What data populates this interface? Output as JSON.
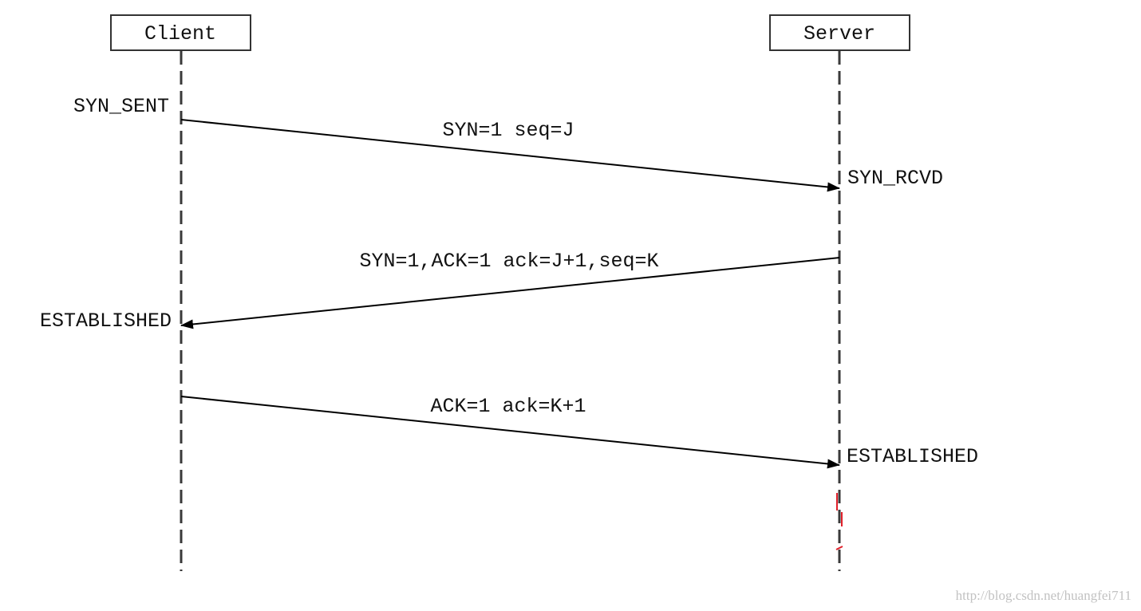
{
  "participants": {
    "client": "Client",
    "server": "Server"
  },
  "states": {
    "client_syn_sent": "SYN_SENT",
    "server_syn_rcvd": "SYN_RCVD",
    "client_established": "ESTABLISHED",
    "server_established": "ESTABLISHED"
  },
  "messages": [
    {
      "from": "client",
      "to": "server",
      "label": "SYN=1 seq=J"
    },
    {
      "from": "server",
      "to": "client",
      "label": "SYN=1,ACK=1 ack=J+1,seq=K"
    },
    {
      "from": "client",
      "to": "server",
      "label": "ACK=1 ack=K+1"
    }
  ],
  "watermark": "http://blog.csdn.net/huangfei711",
  "colors": {
    "line": "#000000",
    "artifact": "#e0202a",
    "watermark": "#c2c2c2"
  }
}
